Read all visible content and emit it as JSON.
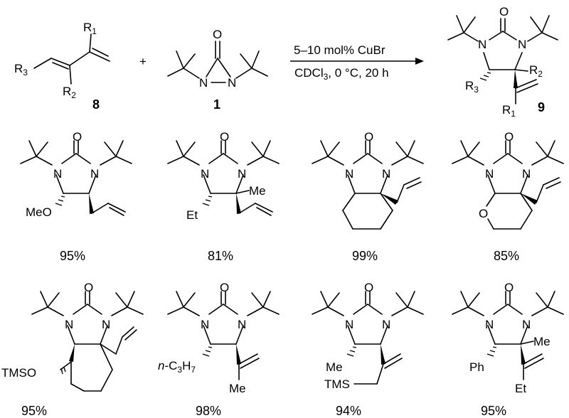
{
  "reaction": {
    "reagent_line1": "5–10 mol% CuBr",
    "reagent_line2_pre": "CDCl",
    "reagent_line2_sub": "3",
    "reagent_line2_post": ", 0 °C, 20 h",
    "plus": "+",
    "diene": {
      "r1": "R",
      "r1_sub": "1",
      "r2": "R",
      "r2_sub": "2",
      "r3": "R",
      "r3_sub": "3",
      "number": "8"
    },
    "diaziridinone": {
      "o": "O",
      "n1": "N",
      "n2": "N",
      "number": "1"
    },
    "product": {
      "o": "O",
      "n1": "N",
      "n2": "N",
      "r1": "R",
      "r1_sub": "1",
      "r2": "R",
      "r2_sub": "2",
      "r3": "R",
      "r3_sub": "3",
      "number": "9"
    }
  },
  "examples": [
    {
      "yield": "95%",
      "substituent": "MeO"
    },
    {
      "yield": "81%",
      "substituent": "Et",
      "methyl": "Me"
    },
    {
      "yield": "99%"
    },
    {
      "yield": "85%",
      "ring_o": "O"
    },
    {
      "yield": "95%",
      "substituent": "TMSO"
    },
    {
      "yield": "98%",
      "prefix": "n",
      "substituent": "-C",
      "sub": "3",
      "sub2": "H",
      "sub2_num": "7",
      "methyl": "Me"
    },
    {
      "yield": "94%",
      "substituent": "Me",
      "tms": "TMS"
    },
    {
      "yield": "95%",
      "substituent": "Ph",
      "methyl": "Me",
      "ethyl": "Et"
    }
  ],
  "atom_labels": {
    "o": "O",
    "n": "N"
  }
}
